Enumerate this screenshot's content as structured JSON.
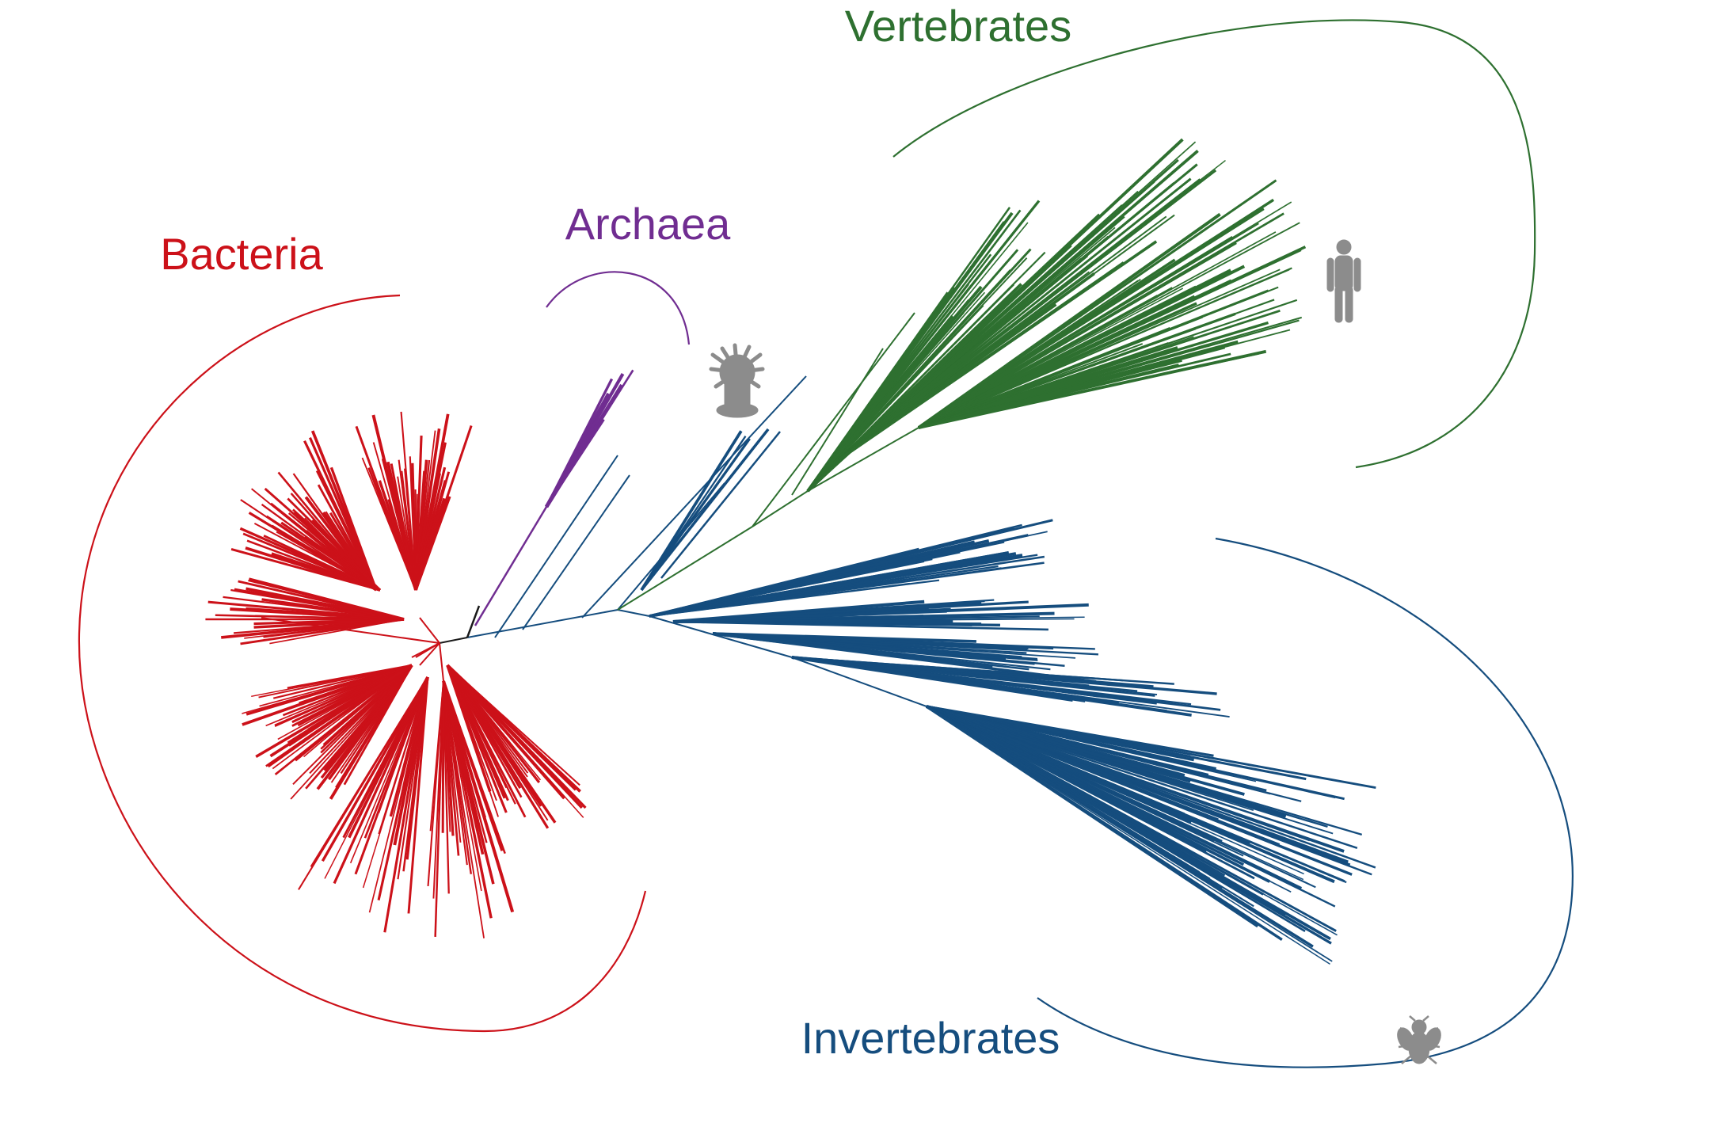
{
  "labels": {
    "bacteria": "Bacteria",
    "archaea": "Archaea",
    "vertebrates": "Vertebrates",
    "invertebrates": "Invertebrates"
  },
  "colors": {
    "bacteria": "#cc1119",
    "archaea": "#702d91",
    "vertebrates": "#2e7030",
    "invertebrates": "#154d7e",
    "root": "#1a1a1a",
    "silhouette": "#8c8c8c"
  },
  "icons": {
    "sea_anemone": "sea-anemone-icon",
    "human": "human-icon",
    "fly": "fly-icon"
  }
}
